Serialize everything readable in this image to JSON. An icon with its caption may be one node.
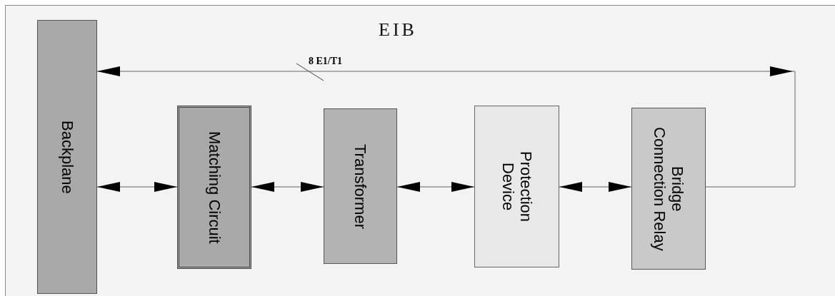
{
  "diagram": {
    "title": "EIB",
    "nodes": [
      {
        "text": [
          "Backplane"
        ]
      },
      {
        "text": [
          "Matching Circuit"
        ]
      },
      {
        "text": [
          "Transformer"
        ]
      },
      {
        "text": [
          "Protection Device"
        ]
      },
      {
        "text": [
          "Bridge Connection Relay"
        ]
      }
    ],
    "edges": [
      {
        "from": 0,
        "to": 1,
        "arrow": "both"
      },
      {
        "from": 1,
        "to": 2,
        "arrow": "both"
      },
      {
        "from": 2,
        "to": 3,
        "arrow": "both"
      },
      {
        "from": 3,
        "to": 4,
        "arrow": "both"
      },
      {
        "from": 4,
        "to": 0,
        "arrow": "to",
        "label": "8 E1/T1"
      }
    ]
  }
}
